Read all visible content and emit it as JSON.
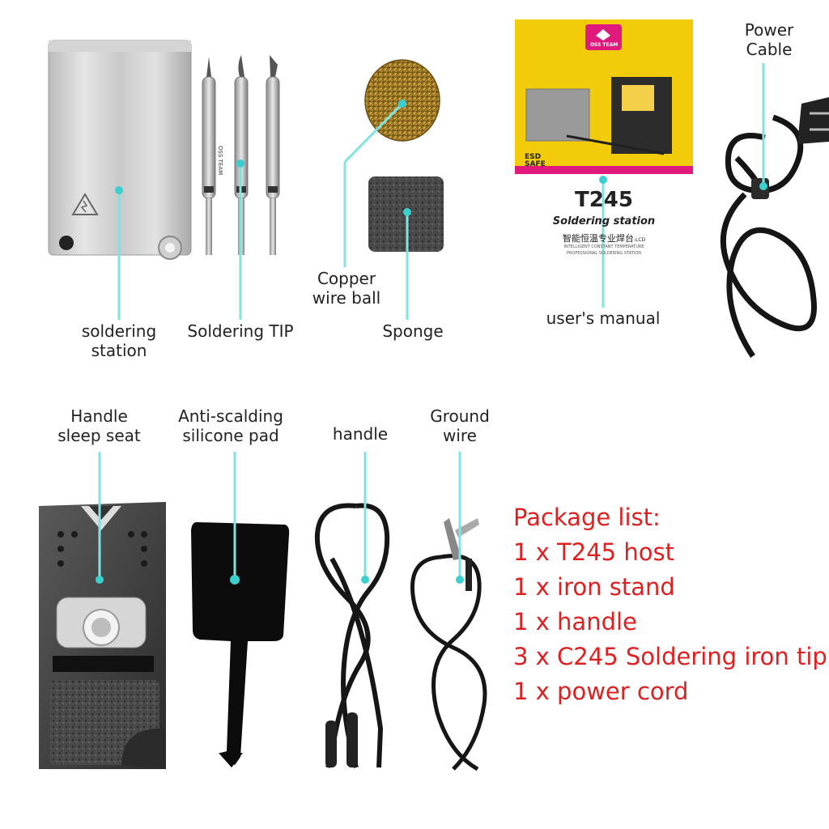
{
  "labels": {
    "soldering_station": "soldering\nstation",
    "soldering_tip": "Soldering TIP",
    "copper_wire_ball": "Copper\nwire ball",
    "sponge": "Sponge",
    "users_manual": "user's manual",
    "power_cable": "Power\nCable",
    "handle_sleep_seat": "Handle\nsleep seat",
    "anti_scalding_pad": "Anti-scalding\nsilicone pad",
    "handle": "handle",
    "ground_wire": "Ground\nwire"
  },
  "manual": {
    "brand": "OSS TEAM",
    "badge": "ESD SAFE",
    "model": "T245",
    "subtitle": "Soldering station",
    "chinese_title": "智能恒温专业焊台",
    "chinese_suffix": "-LCD",
    "line1": "INTELLIGENT CONSTANT TEMPERATURE",
    "line2": "PROFESSIONAL SOLDERING STATION"
  },
  "tip_brand": "OSS TEAM",
  "package_list": {
    "title": "Package list:",
    "items": [
      "1 x T245 host",
      "1 x iron stand",
      "1 x handle",
      "3 x C245 Soldering iron tip",
      "1 x power cord"
    ]
  },
  "colors": {
    "callout": "#7fe3e0",
    "callout_dot": "#3ccfcf",
    "package_text": "#e02020",
    "manual_yellow": "#f2cc0a",
    "manual_magenta": "#e0197c"
  },
  "icons": {
    "station_warning": "lightning-warning-icon"
  }
}
